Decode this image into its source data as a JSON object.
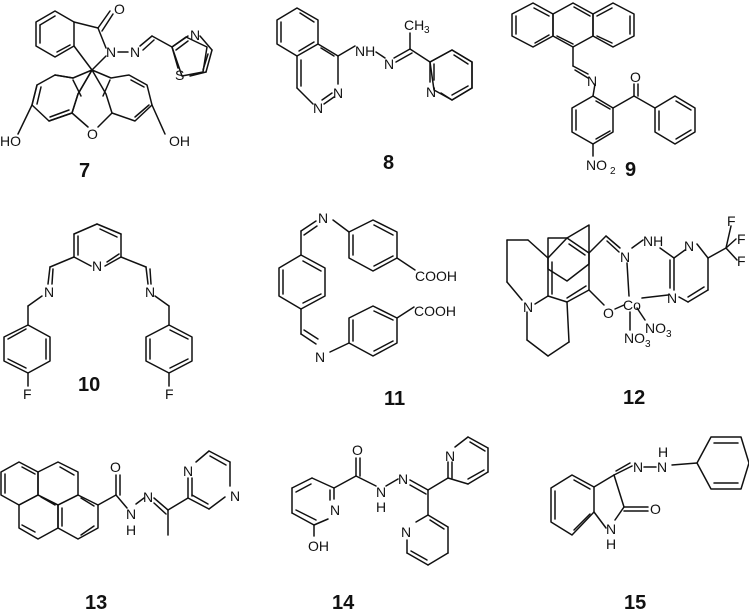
{
  "figure": {
    "compounds": [
      {
        "id": "7",
        "label": "7",
        "atoms": {
          "o_carbonyl": "O",
          "n_ring": "N",
          "n_imine": "N",
          "n_thiazole": "N",
          "s_thiazole": "S",
          "o_xanthene": "O",
          "oh_left": "HO",
          "oh_right": "OH"
        }
      },
      {
        "id": "8",
        "label": "8",
        "atoms": {
          "nh": "NH",
          "n_hydrazone": "N",
          "ch3": "CH",
          "ch3_sub": "3",
          "n1": "N",
          "n2": "N",
          "n_pyridine": "N"
        }
      },
      {
        "id": "9",
        "label": "9",
        "atoms": {
          "n_imine": "N",
          "o_carbonyl": "O",
          "no2": "NO",
          "no2_sub": "2"
        }
      },
      {
        "id": "10",
        "label": "10",
        "atoms": {
          "n_pyridine": "N",
          "n_left": "N",
          "n_right": "N",
          "f_left": "F",
          "f_right": "F"
        }
      },
      {
        "id": "11",
        "label": "11",
        "atoms": {
          "n_top": "N",
          "n_bottom": "N",
          "cooh_top": "COOH",
          "cooh_bottom": "COOH"
        }
      },
      {
        "id": "12",
        "label": "12",
        "atoms": {
          "n_julolidine": "N",
          "o_phenolate": "O",
          "n_imine": "N",
          "nh": "NH",
          "n_pyr_top": "N",
          "n_pyr_bottom": "N",
          "co": "Co",
          "no3_a": "NO",
          "no3_a_sub": "3",
          "no3_b": "NO",
          "no3_b_sub": "3",
          "f1": "F",
          "f2": "F",
          "f3": "F"
        }
      },
      {
        "id": "13",
        "label": "13",
        "atoms": {
          "o_carbonyl": "O",
          "nh_n": "N",
          "nh_h": "H",
          "n_imine": "N",
          "n_pyrazine_1": "N",
          "n_pyrazine_2": "N"
        }
      },
      {
        "id": "14",
        "label": "14",
        "atoms": {
          "o_carbonyl": "O",
          "nh_n": "N",
          "nh_h": "H",
          "n_imine": "N",
          "n_pyr_left": "N",
          "oh": "OH",
          "n_pyr_top": "N",
          "n_pyr_bottom": "N"
        }
      },
      {
        "id": "15",
        "label": "15",
        "atoms": {
          "n_imine": "N",
          "nh_n": "N",
          "nh_h": "H",
          "o_carbonyl": "O",
          "ring_n": "N",
          "ring_h": "H"
        }
      }
    ]
  }
}
